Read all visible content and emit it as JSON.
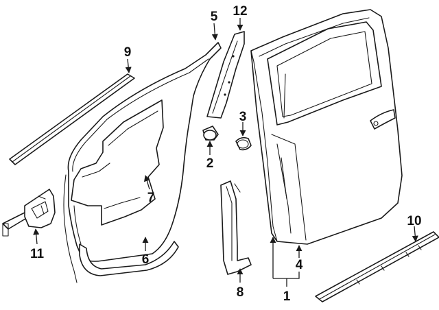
{
  "diagram": {
    "callouts": [
      {
        "id": "part-1",
        "text": "1"
      },
      {
        "id": "part-2",
        "text": "2"
      },
      {
        "id": "part-3",
        "text": "3"
      },
      {
        "id": "part-4",
        "text": "4"
      },
      {
        "id": "part-5",
        "text": "5"
      },
      {
        "id": "part-6",
        "text": "6"
      },
      {
        "id": "part-7",
        "text": "7"
      },
      {
        "id": "part-8",
        "text": "8"
      },
      {
        "id": "part-9",
        "text": "9"
      },
      {
        "id": "part-10",
        "text": "10"
      },
      {
        "id": "part-11",
        "text": "11"
      },
      {
        "id": "part-12",
        "text": "12"
      }
    ],
    "colors": {
      "line": "#1a1a1a",
      "background": "#ffffff"
    }
  }
}
